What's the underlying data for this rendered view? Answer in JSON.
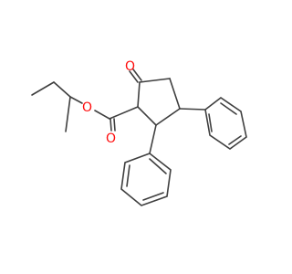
{
  "molecule": {
    "atoms": [
      {
        "id": "o_ketone",
        "symbol": "O",
        "color": "#ff0d0d"
      },
      {
        "id": "o_ester_single",
        "symbol": "O",
        "color": "#ff0d0d"
      },
      {
        "id": "o_ester_double",
        "symbol": "O",
        "color": "#ff0d0d"
      }
    ],
    "bond_color": "#3f3f3f",
    "background": "#ffffff"
  }
}
